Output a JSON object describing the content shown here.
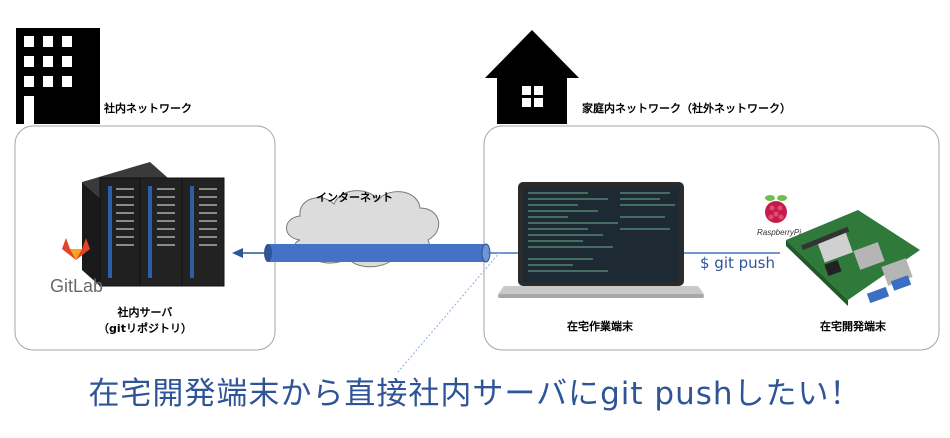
{
  "company_network": {
    "label": "社内ネットワーク"
  },
  "home_network": {
    "label": "家庭内ネットワーク（社外ネットワーク）"
  },
  "internet": {
    "label": "インターネット"
  },
  "server": {
    "label_line1": "社内サーバ",
    "label_line2": "（gitリポジトリ）"
  },
  "gitlab": {
    "label": "GitLab"
  },
  "laptop": {
    "label": "在宅作業端末"
  },
  "raspberry": {
    "label": "在宅開発端末",
    "logo_text": "RaspberryPi"
  },
  "command": {
    "label": "$ git push"
  },
  "caption": {
    "text": "在宅開発端末から直接社内サーバにgit pushしたい！"
  },
  "colors": {
    "accent": "#2f5597",
    "pipe": "#4472c4",
    "gitlab_orange": "#fc6d26",
    "raspberry_red": "#c51a4a"
  }
}
